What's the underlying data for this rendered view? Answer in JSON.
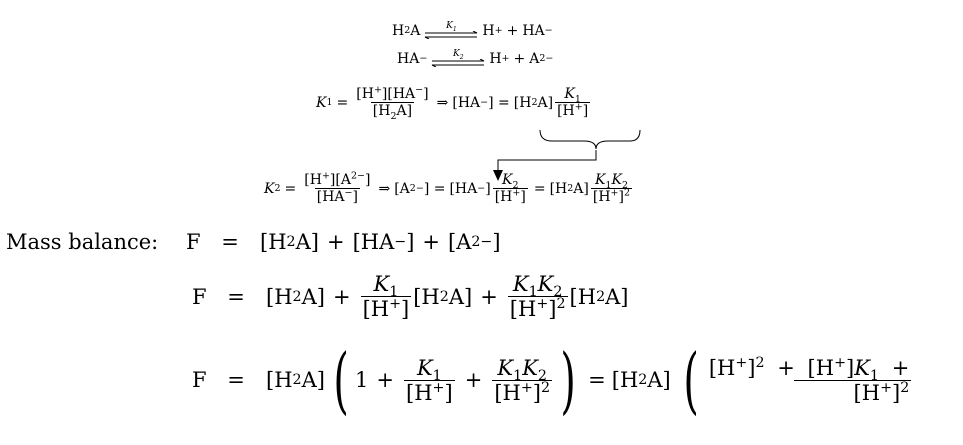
{
  "reactions": [
    {
      "left": "H",
      "left_sub": "2",
      "left_rest": "A",
      "k_label": "K",
      "k_sub": "1",
      "right": "H",
      "right_sup": "+",
      "plus": "+",
      "right2": "HA",
      "right2_sup": "−"
    },
    {
      "left": "HA",
      "left_sup": "−",
      "k_label": "K",
      "k_sub": "2",
      "right": "H",
      "right_sup": "+",
      "plus": "+",
      "right2": "A",
      "right2_sup": "2−"
    }
  ],
  "k1_eq": {
    "lhs": "K",
    "lhs_sub": "1",
    "eq": "=",
    "num": "[H",
    "num_sup": "+",
    "num_rest": "][HA",
    "num_sup2": "−",
    "num_end": "]",
    "den": "[H",
    "den_sub": "2",
    "den_rest": "A]",
    "implies": "⇒",
    "rhs_lhs": "[HA",
    "rhs_lhs_sup": "−",
    "rhs_lhs_end": "] =",
    "rhs_conc": "[H",
    "rhs_conc_sub": "2",
    "rhs_conc_rest": "A]",
    "rhs_num": "K",
    "rhs_num_sub": "1",
    "rhs_den": "[H",
    "rhs_den_sup": "+",
    "rhs_den_end": "]"
  },
  "k2_eq": {
    "lhs": "K",
    "lhs_sub": "2",
    "eq": "=",
    "num": "[H",
    "num_sup": "+",
    "num_rest": "][A",
    "num_sup2": "2−",
    "num_end": "]",
    "den": "[HA",
    "den_sup": "−",
    "den_end": "]",
    "implies": "⇒",
    "rhs_lhs": "[A",
    "rhs_lhs_sup": "2−",
    "rhs_lhs_end": "] =",
    "rhs_conc": "[HA",
    "rhs_conc_sup": "−",
    "rhs_conc_end": "]",
    "f1_num": "K",
    "f1_num_sub": "2",
    "f1_den": "[H",
    "f1_den_sup": "+",
    "f1_den_end": "]",
    "eq2": "=",
    "conc2": "[H",
    "conc2_sub": "2",
    "conc2_rest": "A]",
    "f2_num": "K",
    "f2_num_sub": "1",
    "f2_num2": "K",
    "f2_num2_sub": "2",
    "f2_den": "[H",
    "f2_den_sup": "+",
    "f2_den_end": "]",
    "f2_den_pow": "2"
  },
  "mass_balance": {
    "label": "Mass balance:",
    "F": "F",
    "eq": "=",
    "line1": {
      "t1": "[H",
      "t1_sub": "2",
      "t1_rest": "A]",
      "p1": "+",
      "t2": "[HA",
      "t2_sup": "−",
      "t2_end": "]",
      "p2": "+",
      "t3": "[A",
      "t3_sup": "2−",
      "t3_end": "]"
    },
    "line2": {
      "t1": "[H",
      "t1_sub": "2",
      "t1_rest": "A]",
      "p1": "+",
      "fnum": "K",
      "fnum_sub": "1",
      "fden": "[H",
      "fden_sup": "+",
      "fden_end": "]",
      "c1": "[H",
      "c1_sub": "2",
      "c1_rest": "A]",
      "p2": "+",
      "g_num": "K",
      "g_num_sub": "1",
      "g_num2": "K",
      "g_num2_sub": "2",
      "g_den": "[H",
      "g_den_sup": "+",
      "g_den_end": "]",
      "g_den_pow": "2",
      "c2": "[H",
      "c2_sub": "2",
      "c2_rest": "A]"
    },
    "line3": {
      "t1": "[H",
      "t1_sub": "2",
      "t1_rest": "A]",
      "one": "1",
      "p1": "+",
      "fnum": "K",
      "fnum_sub": "1",
      "fden": "[H",
      "fden_sup": "+",
      "fden_end": "]",
      "p2": "+",
      "g_num": "K",
      "g_num_sub": "1",
      "g_num2": "K",
      "g_num2_sub": "2",
      "g_den": "[H",
      "g_den_sup": "+",
      "g_den_end": "]",
      "g_den_pow": "2",
      "eq2": "=",
      "t2": "[H",
      "t2_sub": "2",
      "t2_rest": "A]",
      "h_num1": "[H",
      "h_num1_sup": "+",
      "h_num1_end": "]",
      "h_num1_pow": "2",
      "h_p1": "+",
      "h_num2": "[H",
      "h_num2_sup": "+",
      "h_num2_end": "]",
      "h_num2_k": "K",
      "h_num2_k_sub": "1",
      "h_p2": "+",
      "h_den": "[H",
      "h_den_sup": "+",
      "h_den_end": "]",
      "h_den_pow": "2"
    }
  }
}
